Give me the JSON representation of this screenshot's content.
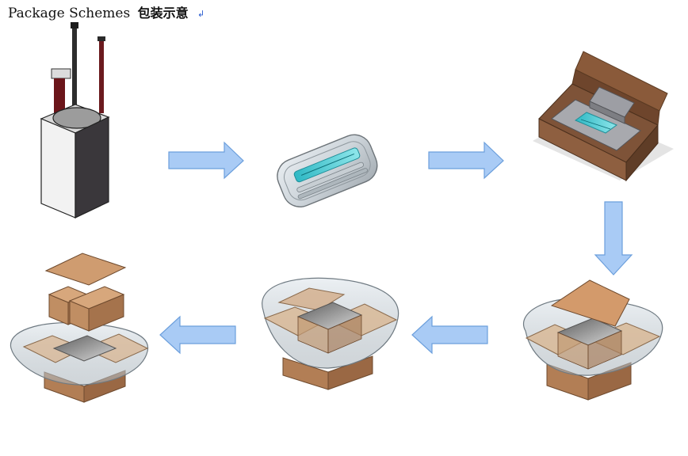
{
  "title": {
    "text": "Package Schemes",
    "text_zh": "包装示意",
    "return_mark": "↲"
  },
  "steps": [
    {
      "name": "product"
    },
    {
      "name": "bubble-wrapped-product"
    },
    {
      "name": "product-in-inner-box"
    },
    {
      "name": "outer-box-with-bag-and-lid"
    },
    {
      "name": "outer-box-with-bag"
    },
    {
      "name": "sealed-inner-box-into-outer-box"
    }
  ],
  "colors": {
    "arrow_fill": "#a9cbf5",
    "arrow_stroke": "#6c9fdc",
    "cardboard": "#c08e63",
    "cardboard_dark": "#8a5c3c",
    "brown_box": "#7e5338",
    "cyan_part": "#45c7d1",
    "red_lead": "#7a1a1f"
  }
}
